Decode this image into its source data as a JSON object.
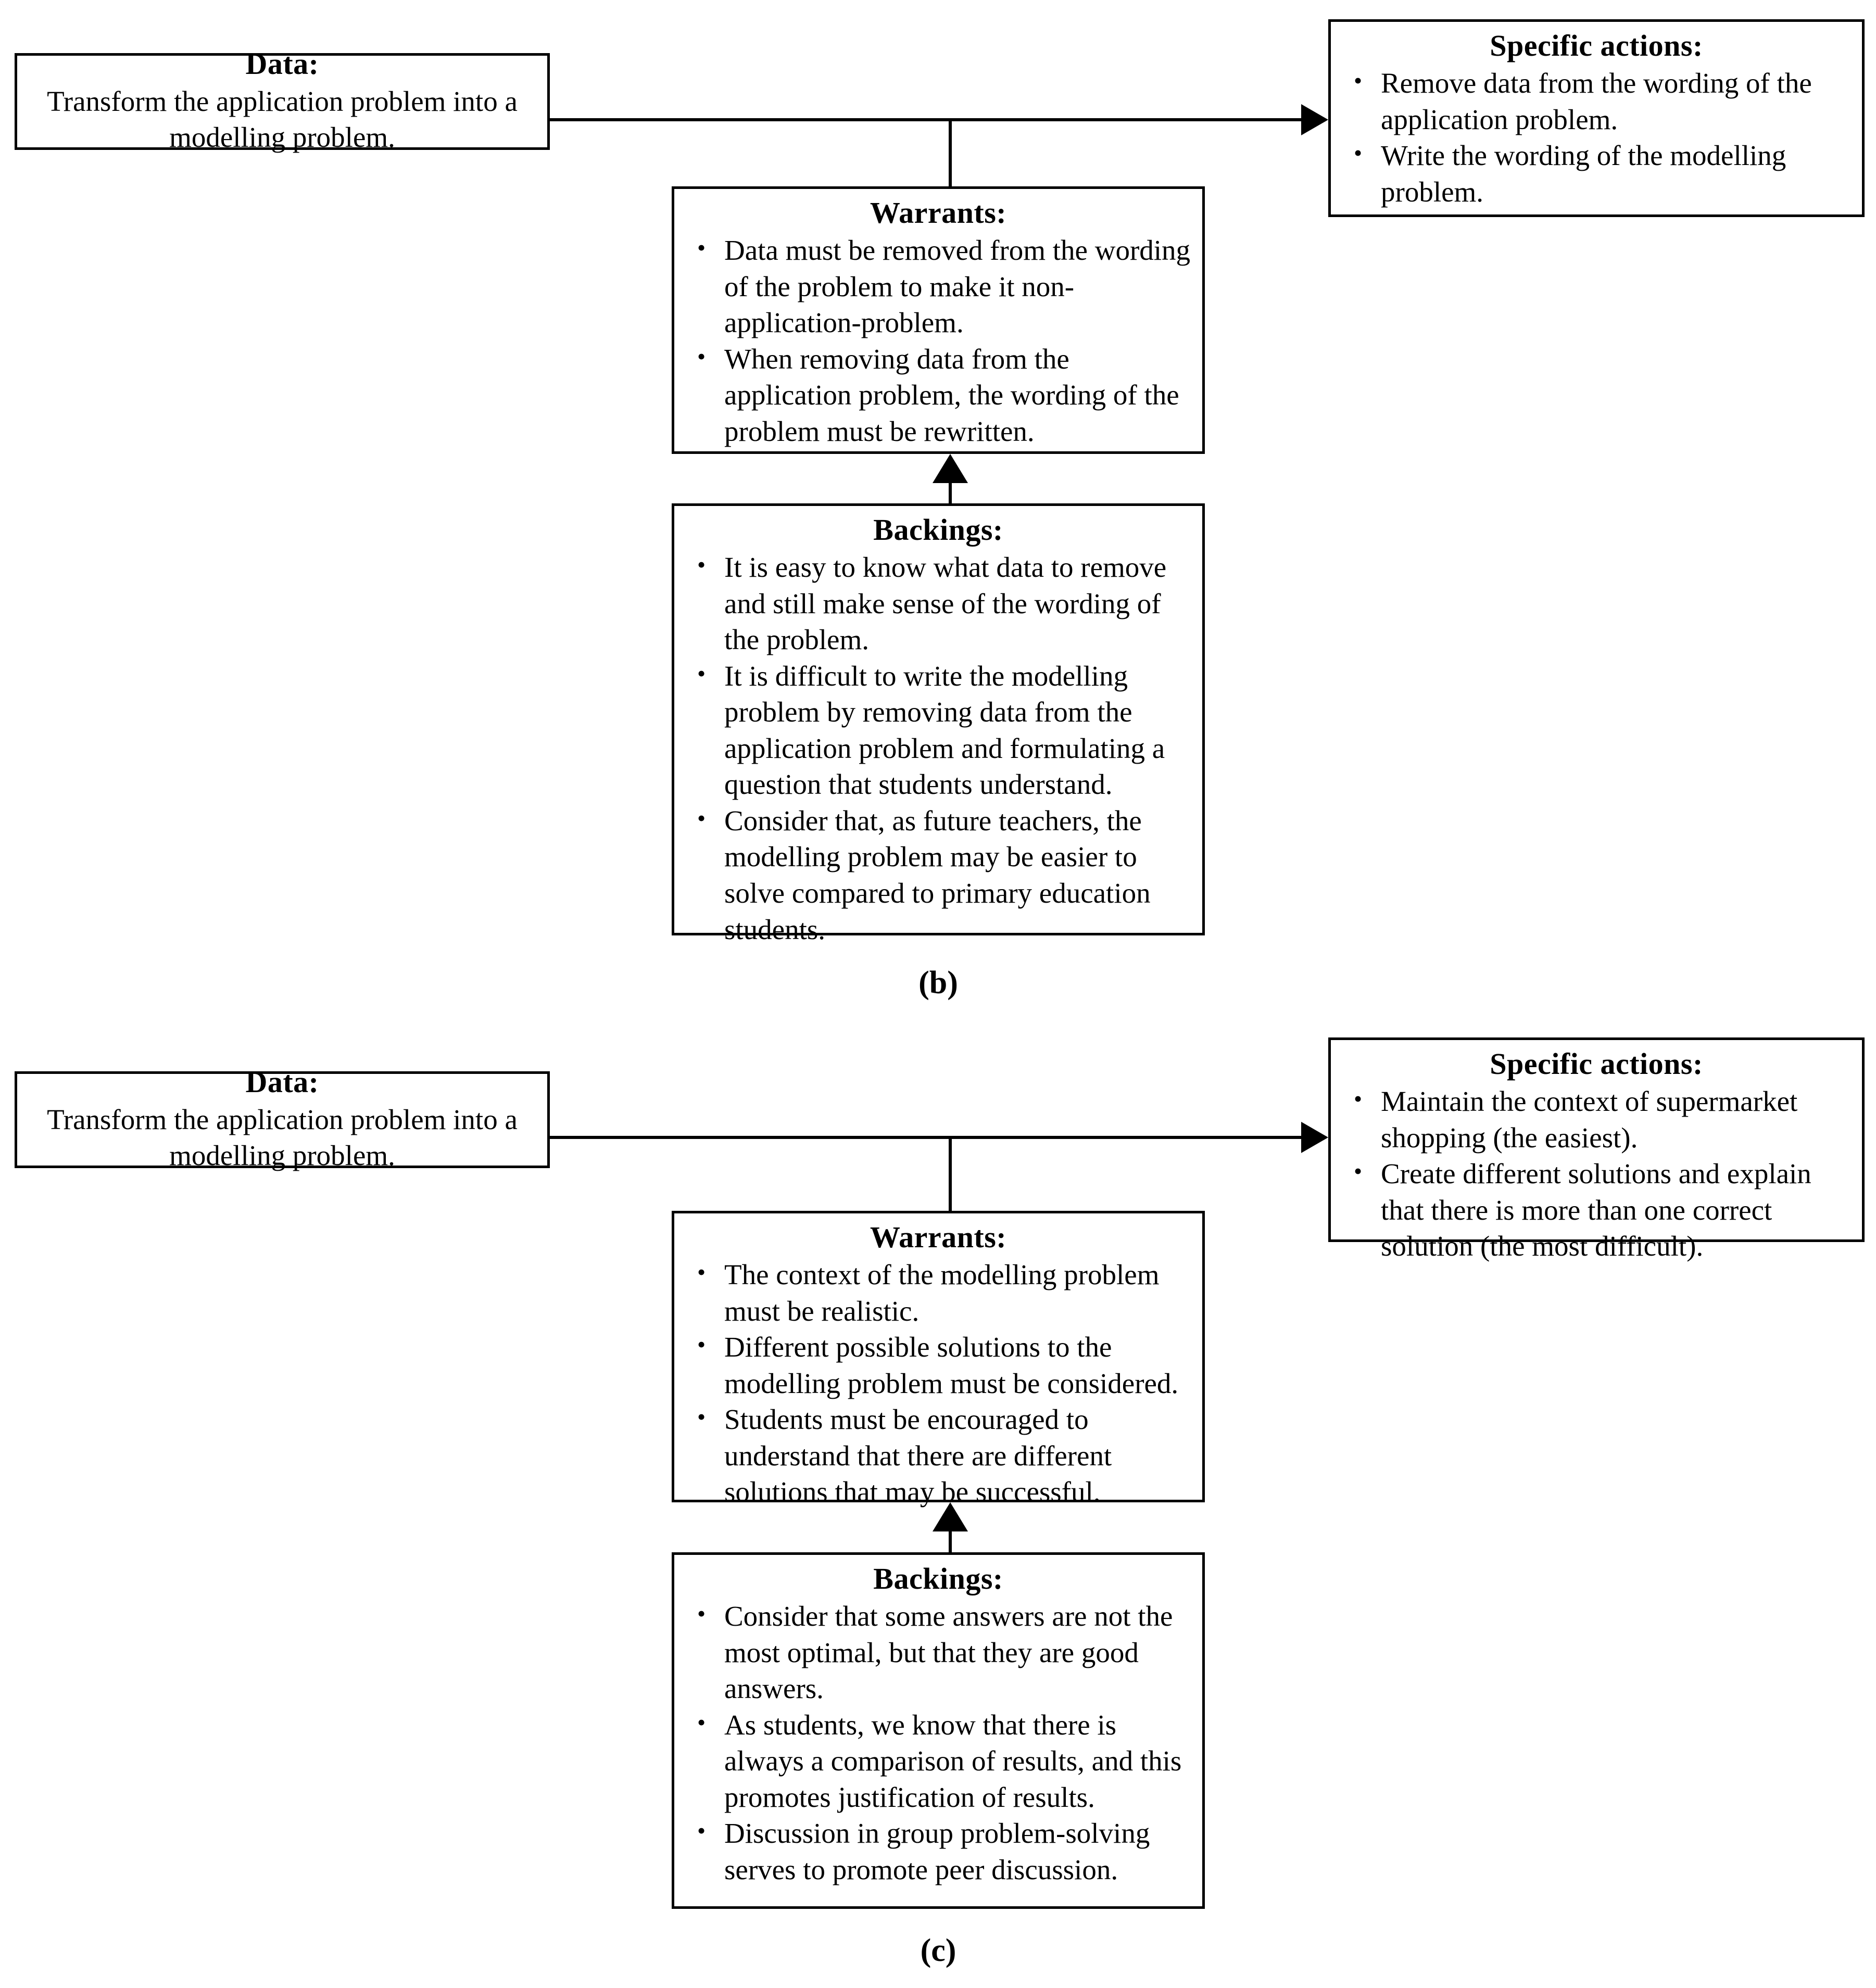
{
  "figure": {
    "title": "Toulmin argumentation scheme diagrams for transforming an application problem into a modelling problem",
    "panels": [
      {
        "label": "(b)",
        "data_box": {
          "title": "Data:",
          "text": "Transform the application problem into a modelling problem."
        },
        "specific_actions_box": {
          "title": "Specific actions:",
          "items": [
            "Remove data from the wording of the application problem.",
            "Write the wording of the modelling problem."
          ]
        },
        "warrants_box": {
          "title": "Warrants:",
          "items": [
            "Data must be removed from the wording of the problem to make it non-application-problem.",
            "When removing data from the application problem, the wording of the problem must be rewritten."
          ]
        },
        "backings_box": {
          "title": "Backings:",
          "items": [
            "It is easy to know what data to remove and still make sense of the wording of the problem.",
            "It is difficult to write the modelling problem by removing data from the application problem and formulating a question that students understand.",
            "Consider that, as future teachers, the modelling problem may be easier to solve compared to primary education students."
          ]
        }
      },
      {
        "label": "(c)",
        "data_box": {
          "title": "Data:",
          "text": "Transform the application problem into a modelling problem."
        },
        "specific_actions_box": {
          "title": "Specific actions:",
          "items": [
            "Maintain the context of supermarket shopping (the easiest).",
            "Create different solutions and explain that there is more than one correct solution (the most difficult)."
          ]
        },
        "warrants_box": {
          "title": "Warrants:",
          "items": [
            "The context of the modelling problem must be realistic.",
            "Different possible solutions to the modelling problem must be considered.",
            "Students must be encouraged to understand that there are different solutions that may be successful."
          ]
        },
        "backings_box": {
          "title": "Backings:",
          "items": [
            "Consider that some answers are not the most optimal, but that they are good answers.",
            "As students, we know that there is always a comparison of results, and this promotes justification of results.",
            "Discussion in group problem-solving serves to promote peer discussion."
          ]
        }
      }
    ],
    "colors": {
      "stroke": "#000000",
      "background": "#ffffff",
      "text": "#000000"
    }
  }
}
